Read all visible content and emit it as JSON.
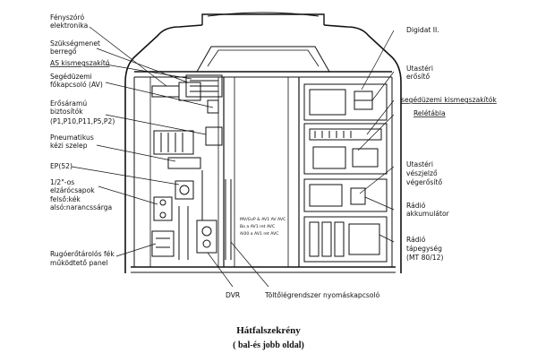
{
  "diagram": {
    "left_labels": [
      {
        "lines": [
          "Fényszóró",
          "elektronika"
        ]
      },
      {
        "lines": [
          "Szükségmenet",
          "berregő"
        ]
      },
      {
        "lines": [
          "AS kismegszakító"
        ]
      },
      {
        "lines": [
          "Segédüzemi",
          "főkapcsoló (AV)"
        ]
      },
      {
        "lines": [
          "Erősáramú",
          "biztosítók",
          "(P1,P10,P11,P5,P2)"
        ]
      },
      {
        "lines": [
          "Pneumatikus",
          "kézi szelep"
        ]
      },
      {
        "lines": [
          "EP(52)"
        ]
      },
      {
        "lines": [
          "1/2\"-os",
          "elzárócsapok",
          "felső:kék",
          "alsó:narancssárga"
        ]
      },
      {
        "lines": [
          "Rugóerőtárolós fék",
          "működtető panel"
        ]
      }
    ],
    "right_labels": [
      {
        "lines": [
          "Digidat II."
        ]
      },
      {
        "lines": [
          "Utastéri",
          "erősítő"
        ]
      },
      {
        "lines": [
          "segédüzemi kismegszakítók"
        ]
      },
      {
        "lines": [
          "Relétábla"
        ]
      },
      {
        "lines": [
          "Utastéri",
          "vészjelző",
          "végerősítő"
        ]
      },
      {
        "lines": [
          "Rádió",
          "akkumulátor"
        ]
      },
      {
        "lines": [
          "Rádió",
          "tápegység",
          "(MT 80/12)"
        ]
      }
    ],
    "bottom_labels": [
      {
        "lines": [
          "DVR"
        ]
      },
      {
        "lines": [
          "Töltőlégrendszer nyomáskapcsoló"
        ]
      }
    ],
    "inner_notes": [
      {
        "lines": [
          "MV/GvP & AV1 AV AVC"
        ]
      },
      {
        "lines": [
          "Bo a AV1 ret AVC"
        ]
      },
      {
        "lines": [
          "Ai00 a AV1 ret AVC"
        ]
      }
    ],
    "caption": {
      "title": "Hátfalszekrény",
      "subtitle": "( bal-és jobb oldal)"
    }
  }
}
